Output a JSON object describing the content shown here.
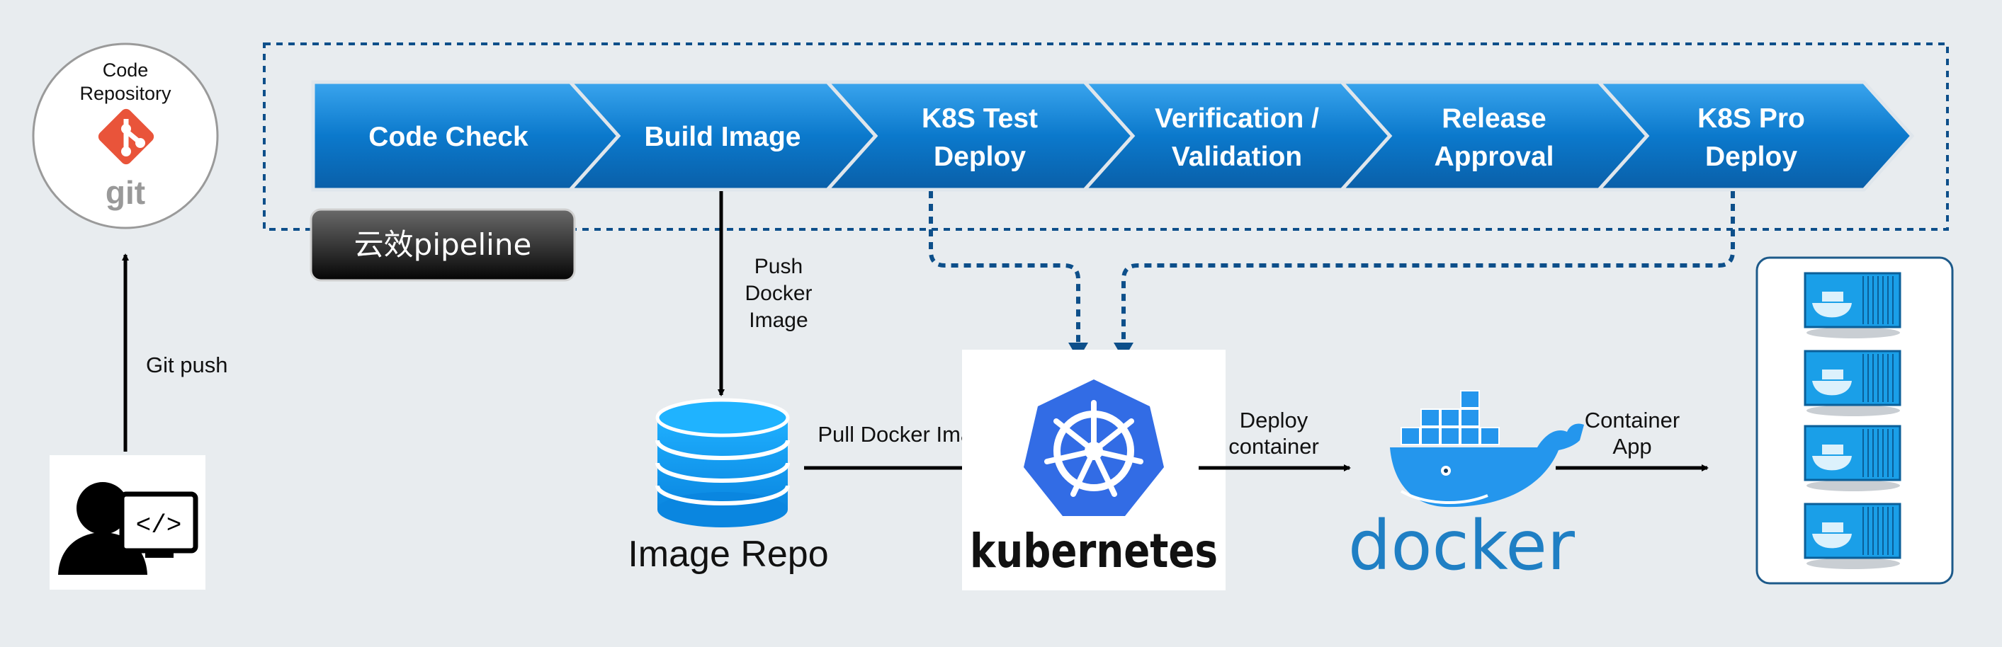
{
  "code_repository": {
    "label_line1": "Code",
    "label_line2": "Repository",
    "logo_text": "git"
  },
  "developer": {
    "code_symbol": "</>"
  },
  "edges": {
    "git_push": "Git push",
    "push_image_line1": "Push",
    "push_image_line2": "Docker",
    "push_image_line3": "Image",
    "pull_image": "Pull Docker Image",
    "deploy_line1": "Deploy",
    "deploy_line2": "container",
    "app_line1": "Container",
    "app_line2": "App"
  },
  "pipeline": {
    "badge": "云效pipeline",
    "stages": [
      {
        "line1": "Code Check",
        "line2": ""
      },
      {
        "line1": "Build Image",
        "line2": ""
      },
      {
        "line1": "K8S Test",
        "line2": "Deploy"
      },
      {
        "line1": "Verification /",
        "line2": "Validation"
      },
      {
        "line1": "Release",
        "line2": "Approval"
      },
      {
        "line1": "K8S Pro",
        "line2": "Deploy"
      }
    ]
  },
  "image_repo": {
    "label": "Image Repo"
  },
  "kubernetes": {
    "wordmark": "kubernetes"
  },
  "docker": {
    "wordmark": "docker"
  },
  "colors": {
    "background": "#e8ecef",
    "stage_blue": "#0a6fc0",
    "stage_blue_light": "#2f9be8",
    "dashed_blue": "#0d4f8a",
    "k8s_blue": "#326ce5",
    "docker_blue": "#2496ed",
    "git_orange": "#e9543a",
    "repo_blue": "#0a9cf5"
  }
}
